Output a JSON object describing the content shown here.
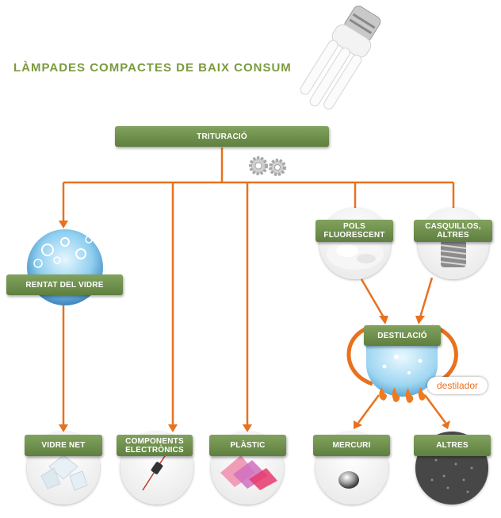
{
  "title": "LÀMPADES COMPACTES DE BAIX CONSUM",
  "colors": {
    "accent_orange": "#e8711f",
    "box_green": "#6f8f4e",
    "title_green": "#7b9a3e"
  },
  "nodes": {
    "trituracio": "TRITURACIÓ",
    "rentat": "RENTAT DEL VIDRE",
    "pols": [
      "POLS",
      "FLUORESCENT"
    ],
    "casquillos": "CASQUILLOS, ALTRES",
    "destilacio": "DESTILACIÓ",
    "destilador": "destilador",
    "vidre_net": "VIDRE NET",
    "components": [
      "COMPONENTS",
      "ELECTRÒNICS"
    ],
    "plastic": "PLÀSTIC",
    "mercuri": "MERCURI",
    "altres": "ALTRES"
  },
  "icons": [
    "lamp-bulb-icon",
    "gears-icon",
    "water-bubbles-icon",
    "fluorescent-powder-icon",
    "screw-base-icon",
    "flame-icon",
    "glass-icon",
    "electronic-component-icon",
    "plastic-sheets-icon",
    "mercury-drop-icon",
    "grey-granules-icon"
  ]
}
